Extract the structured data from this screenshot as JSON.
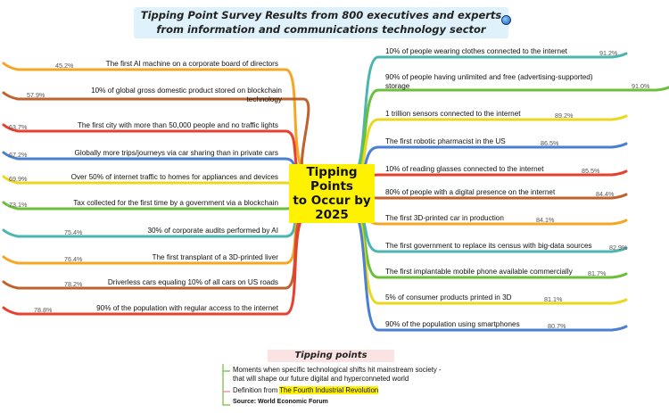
{
  "title": {
    "line1": "Tipping Point Survey Results from 800 executives and experts",
    "line2": "from information and communications technology sector"
  },
  "icons": {
    "globe": "globe-icon"
  },
  "center": {
    "line1": "Tipping",
    "line2": "Points",
    "line3": "to Occur by",
    "line4": "2025"
  },
  "left_points": [
    {
      "label": "The first AI machine on a corporate board of directors",
      "pct": "45.2%",
      "color": "#f5a623"
    },
    {
      "label": "10% of global gross domestic product stored on blockchain technology",
      "pct": "57.9%",
      "color": "#c0622d"
    },
    {
      "label": "The first city with more than 50,000 people and no traffic lights",
      "pct": "63.7%",
      "color": "#e8402f"
    },
    {
      "label": "Globally more trips/journeys via car sharing than in private cars",
      "pct": "67.2%",
      "color": "#4a7fd4"
    },
    {
      "label": "Over 50% of internet traffic to homes for appliances and devices",
      "pct": "69.9%",
      "color": "#e8d81e"
    },
    {
      "label": "Tax collected for the first time by a government via a blockchain",
      "pct": "73.1%",
      "color": "#6bbf3a"
    },
    {
      "label": "30% of corporate audits performed by AI",
      "pct": "75.4%",
      "color": "#4bb5b0"
    },
    {
      "label": "The first transplant of a 3D-printed liver",
      "pct": "76.4%",
      "color": "#f5a623"
    },
    {
      "label": "Driverless cars equaling 10% of all cars on US roads",
      "pct": "78.2%",
      "color": "#c0622d"
    },
    {
      "label": "90% of the population with regular access to the internet",
      "pct": "78.8%",
      "color": "#e8402f"
    }
  ],
  "right_points": [
    {
      "label": "10% of people wearing clothes connected to the internet",
      "pct": "91.2%",
      "color": "#4bb5b0"
    },
    {
      "label": "90% of people having unlimited and free (advertising-supported) storage",
      "pct": "91.0%",
      "color": "#6bbf3a"
    },
    {
      "label": "1 trillion sensors connected to the internet",
      "pct": "89.2%",
      "color": "#e8d81e"
    },
    {
      "label": "The first robotic pharmacist in the US",
      "pct": "86.5%",
      "color": "#4a7fd4"
    },
    {
      "label": "10% of reading glasses connected to the internet",
      "pct": "85.5%",
      "color": "#e8402f"
    },
    {
      "label": "80% of people with a digital presence on the internet",
      "pct": "84.4%",
      "color": "#c0622d"
    },
    {
      "label": "The first 3D-printed car in production",
      "pct": "84.1%",
      "color": "#f5a623"
    },
    {
      "label": "The first government to replace its census with big-data sources",
      "pct": "82.9%",
      "color": "#4bb5b0"
    },
    {
      "label": "The first implantable mobile phone available commercially",
      "pct": "81.7%",
      "color": "#6bbf3a"
    },
    {
      "label": "5% of consumer products printed in 3D",
      "pct": "81.1%",
      "color": "#e8d81e"
    },
    {
      "label": "90% of the population using smartphones",
      "pct": "80.7%",
      "color": "#4a7fd4"
    }
  ],
  "legend": {
    "title": "Tipping points",
    "line1": "Moments when specific technological shifts hit mainstream society -",
    "line2": "that will shape our future digital and hyperconneted world",
    "definition_prefix": "Definition from ",
    "definition_source": "The Fourth Industrial Revolution",
    "source": "Source: World Economic Forum",
    "color_green": "#6bbf3a",
    "color_pink": "#e87aa8"
  }
}
